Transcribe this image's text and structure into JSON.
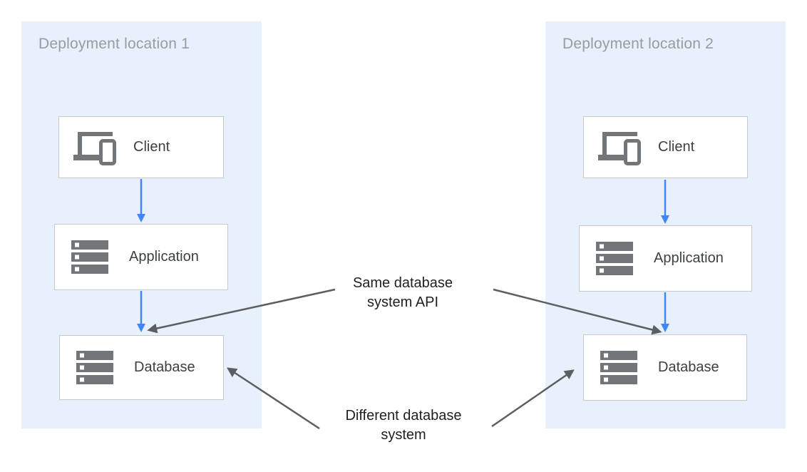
{
  "diagram": {
    "panels": [
      {
        "label": "Deployment location 1",
        "nodes": [
          {
            "label": "Client",
            "icon": "client-devices-icon"
          },
          {
            "label": "Application",
            "icon": "server-stack-icon"
          },
          {
            "label": "Database",
            "icon": "server-stack-icon"
          }
        ]
      },
      {
        "label": "Deployment location 2",
        "nodes": [
          {
            "label": "Client",
            "icon": "client-devices-icon"
          },
          {
            "label": "Application",
            "icon": "server-stack-icon"
          },
          {
            "label": "Database",
            "icon": "server-stack-icon"
          }
        ]
      }
    ],
    "annotations": [
      {
        "line1": "Same database",
        "line2": "system API"
      },
      {
        "line1": "Different database",
        "line2": "system"
      }
    ],
    "colors": {
      "panel_bg": "#E8F1FB",
      "panel_label": "#969CA3",
      "box_border": "#C9C9C9",
      "box_text": "#3C4043",
      "arrow_blue": "#4285F4",
      "arrow_gray": "#5B5E62",
      "icon_gray": "#737678",
      "annotation_text": "#1F1F1F"
    }
  }
}
